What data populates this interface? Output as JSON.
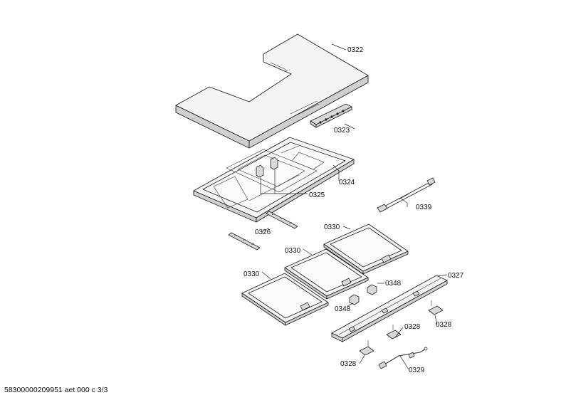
{
  "diagram": {
    "callouts": {
      "c0322": "0322",
      "c0323": "0323",
      "c0324": "0324",
      "c0325": "0325",
      "c0326": "0326",
      "c0327": "0327",
      "c0328a": "0328",
      "c0328b": "0328",
      "c0328c": "0328",
      "c0329": "0329",
      "c0330a": "0330",
      "c0330b": "0330",
      "c0330c": "0330",
      "c0339": "0339",
      "c0348a": "0348",
      "c0348b": "0348"
    }
  },
  "footer": {
    "document_id": "58300000209951 aet 000 c 3/3"
  }
}
